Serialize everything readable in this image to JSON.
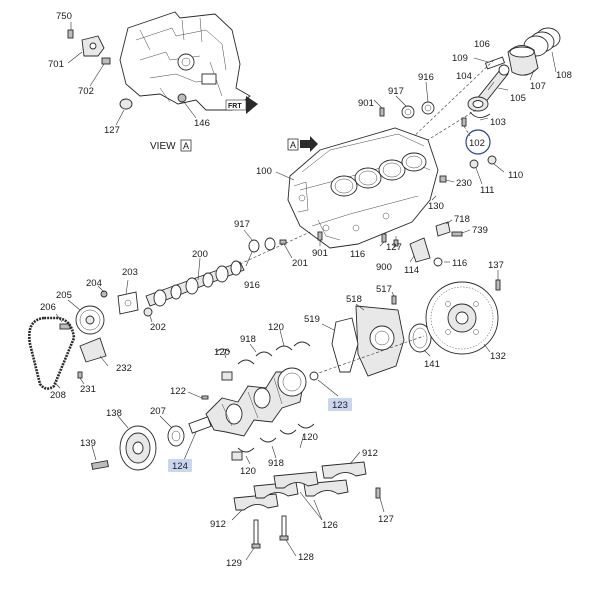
{
  "view": {
    "label": "VIEW",
    "letter": "A"
  },
  "marker": {
    "letter": "A"
  },
  "front": {
    "label": "FRT"
  },
  "highlight_color": "#c8d6ef",
  "circle_color": "#2c3e9c",
  "callouts": [
    {
      "id": "c750",
      "text": "750"
    },
    {
      "id": "c701",
      "text": "701"
    },
    {
      "id": "c702",
      "text": "702"
    },
    {
      "id": "c127a",
      "text": "127"
    },
    {
      "id": "c146",
      "text": "146"
    },
    {
      "id": "c106",
      "text": "106"
    },
    {
      "id": "c109",
      "text": "109"
    },
    {
      "id": "c108",
      "text": "108"
    },
    {
      "id": "c104",
      "text": "104"
    },
    {
      "id": "c107",
      "text": "107"
    },
    {
      "id": "c105",
      "text": "105"
    },
    {
      "id": "c103",
      "text": "103"
    },
    {
      "id": "c102",
      "text": "102"
    },
    {
      "id": "c917a",
      "text": "917"
    },
    {
      "id": "c916a",
      "text": "916"
    },
    {
      "id": "c901a",
      "text": "901"
    },
    {
      "id": "c100",
      "text": "100"
    },
    {
      "id": "c230",
      "text": "230"
    },
    {
      "id": "c111",
      "text": "111"
    },
    {
      "id": "c110",
      "text": "110"
    },
    {
      "id": "c130",
      "text": "130"
    },
    {
      "id": "c718",
      "text": "718"
    },
    {
      "id": "c739",
      "text": "739"
    },
    {
      "id": "c917b",
      "text": "917"
    },
    {
      "id": "c200",
      "text": "200"
    },
    {
      "id": "c901b",
      "text": "901"
    },
    {
      "id": "c127b",
      "text": "127"
    },
    {
      "id": "c116a",
      "text": "116"
    },
    {
      "id": "c116b",
      "text": "116"
    },
    {
      "id": "c900",
      "text": "900"
    },
    {
      "id": "c114",
      "text": "114"
    },
    {
      "id": "c137",
      "text": "137"
    },
    {
      "id": "c201",
      "text": "201"
    },
    {
      "id": "c916b",
      "text": "916"
    },
    {
      "id": "c204",
      "text": "204"
    },
    {
      "id": "c203",
      "text": "203"
    },
    {
      "id": "c517",
      "text": "517"
    },
    {
      "id": "c205",
      "text": "205"
    },
    {
      "id": "c206",
      "text": "206"
    },
    {
      "id": "c202",
      "text": "202"
    },
    {
      "id": "c518",
      "text": "518"
    },
    {
      "id": "c519",
      "text": "519"
    },
    {
      "id": "c918a",
      "text": "918"
    },
    {
      "id": "c120a",
      "text": "120"
    },
    {
      "id": "c120b",
      "text": "120"
    },
    {
      "id": "c232",
      "text": "232"
    },
    {
      "id": "c141",
      "text": "141"
    },
    {
      "id": "c132",
      "text": "132"
    },
    {
      "id": "c231",
      "text": "231"
    },
    {
      "id": "c208",
      "text": "208"
    },
    {
      "id": "c122",
      "text": "122"
    },
    {
      "id": "c123",
      "text": "123"
    },
    {
      "id": "c138",
      "text": "138"
    },
    {
      "id": "c207",
      "text": "207"
    },
    {
      "id": "c139",
      "text": "139"
    },
    {
      "id": "c120c",
      "text": "120"
    },
    {
      "id": "c124",
      "text": "124"
    },
    {
      "id": "c918b",
      "text": "918"
    },
    {
      "id": "c120d",
      "text": "120"
    },
    {
      "id": "c912a",
      "text": "912"
    },
    {
      "id": "c127c",
      "text": "127"
    },
    {
      "id": "c912b",
      "text": "912"
    },
    {
      "id": "c126",
      "text": "126"
    },
    {
      "id": "c129",
      "text": "129"
    },
    {
      "id": "c128",
      "text": "128"
    }
  ]
}
